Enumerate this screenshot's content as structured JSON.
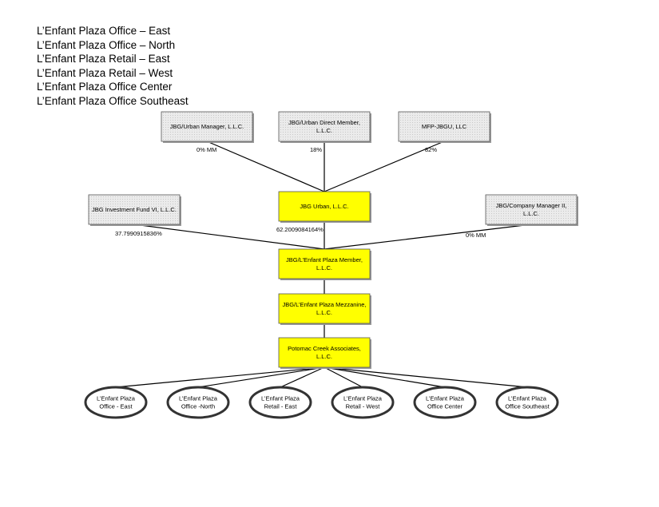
{
  "heading_lines": [
    "L’Enfant Plaza Office – East",
    "L’Enfant Plaza Office – North",
    "L’Enfant Plaza Retail – East",
    "L’Enfant Plaza Retail – West",
    "L’Enfant Plaza Office Center",
    "L’Enfant Plaza Office Southeast"
  ],
  "colors": {
    "entity_fill": "#ffff00",
    "external_fill": "#e8e8e8",
    "line": "#000000"
  },
  "entities": [
    {
      "id": "urban-manager",
      "kind": "external",
      "lines": [
        "JBG/Urban Manager, L.L.C."
      ]
    },
    {
      "id": "urban-direct-member",
      "kind": "external",
      "lines": [
        "JBG/Urban Direct Member,",
        "L.L.C."
      ]
    },
    {
      "id": "mfp-jbgu",
      "kind": "external",
      "lines": [
        "MFP-JBGU, LLC"
      ]
    },
    {
      "id": "jbg-urban",
      "kind": "entity",
      "lines": [
        "JBG Urban, L.L.C."
      ]
    },
    {
      "id": "investment-fund-vi",
      "kind": "external",
      "lines": [
        "JBG Investment Fund VI, L.L.C."
      ]
    },
    {
      "id": "company-manager-ii",
      "kind": "external",
      "lines": [
        "JBG/Company Manager II,",
        "L.L.C."
      ]
    },
    {
      "id": "lenfant-member",
      "kind": "entity",
      "lines": [
        "JBG/L’Enfant Plaza Member,",
        "L.L.C."
      ]
    },
    {
      "id": "lenfant-mezzanine",
      "kind": "entity",
      "lines": [
        "JBG/L’Enfant Plaza Mezzanine,",
        "L.L.C."
      ]
    },
    {
      "id": "potomac-creek",
      "kind": "entity",
      "lines": [
        "Potomac Creek Associates,",
        "L.L.C."
      ]
    }
  ],
  "properties": [
    {
      "id": "office-east",
      "lines": [
        "L’Enfant Plaza",
        "Office - East"
      ]
    },
    {
      "id": "office-north",
      "lines": [
        "L’Enfant Plaza",
        "Office -North"
      ]
    },
    {
      "id": "retail-east",
      "lines": [
        "L’Enfant Plaza",
        "Retail - East"
      ]
    },
    {
      "id": "retail-west",
      "lines": [
        "L’Enfant Plaza",
        "Retail - West"
      ]
    },
    {
      "id": "office-center",
      "lines": [
        "L’Enfant Plaza",
        "Office Center"
      ]
    },
    {
      "id": "office-southeast",
      "lines": [
        "L’Enfant Plaza",
        "Office Southeast"
      ]
    }
  ],
  "ownership": [
    {
      "from": "urban-manager",
      "to": "jbg-urban",
      "label": "0% MM"
    },
    {
      "from": "urban-direct-member",
      "to": "jbg-urban",
      "label": "18%"
    },
    {
      "from": "mfp-jbgu",
      "to": "jbg-urban",
      "label": "82%"
    },
    {
      "from": "investment-fund-vi",
      "to": "lenfant-member",
      "label": "37.7990915836%"
    },
    {
      "from": "jbg-urban",
      "to": "lenfant-member",
      "label": "62.2009084164%"
    },
    {
      "from": "company-manager-ii",
      "to": "lenfant-member",
      "label": "0% MM"
    },
    {
      "from": "lenfant-member",
      "to": "lenfant-mezzanine",
      "label": ""
    },
    {
      "from": "lenfant-mezzanine",
      "to": "potomac-creek",
      "label": ""
    },
    {
      "from": "potomac-creek",
      "to": "office-east",
      "label": ""
    },
    {
      "from": "potomac-creek",
      "to": "office-north",
      "label": ""
    },
    {
      "from": "potomac-creek",
      "to": "retail-east",
      "label": ""
    },
    {
      "from": "potomac-creek",
      "to": "retail-west",
      "label": ""
    },
    {
      "from": "potomac-creek",
      "to": "office-center",
      "label": ""
    },
    {
      "from": "potomac-creek",
      "to": "office-southeast",
      "label": ""
    }
  ]
}
